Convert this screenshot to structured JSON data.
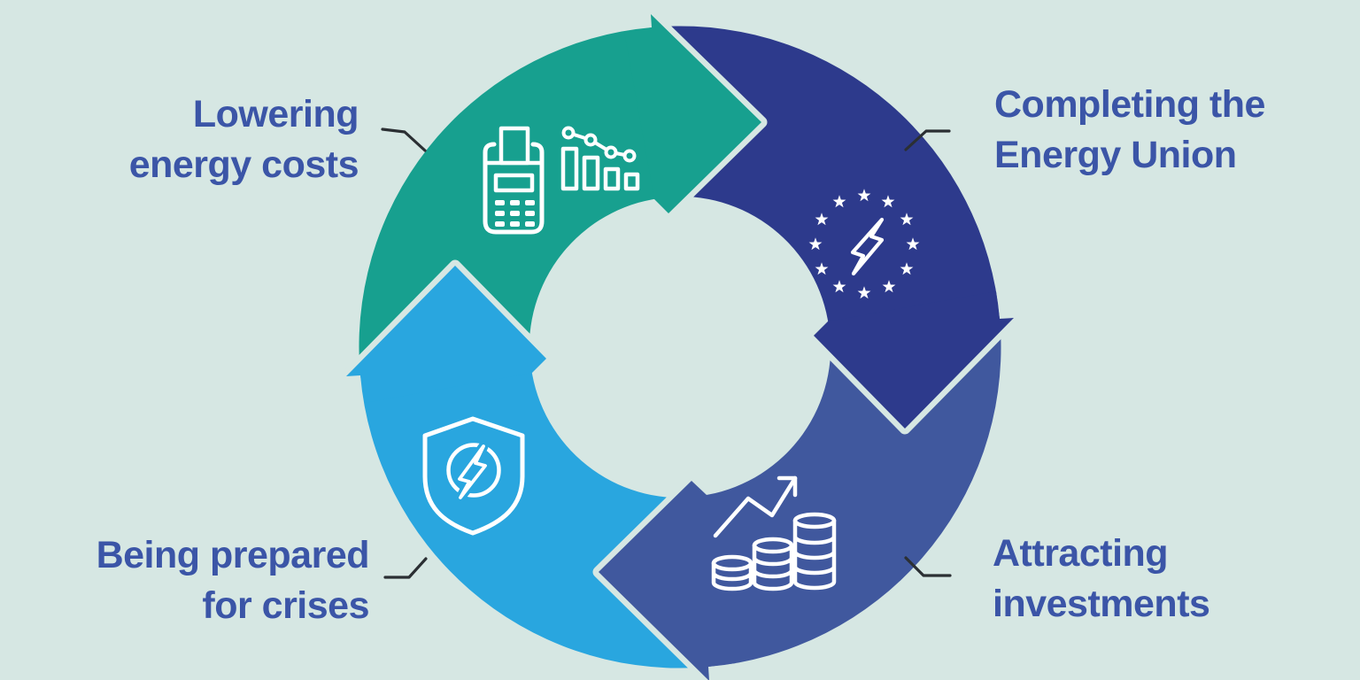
{
  "theme": {
    "bg": "#d6e7e3",
    "text": "#3b55a7",
    "connector": "#2b2f33",
    "icon": "#ffffff",
    "teal": "#17a08f",
    "darkblue": "#2d3a8c",
    "midblue": "#40589e",
    "lightblue": "#29a6df"
  },
  "cycle": {
    "type": "circular-arrow-cycle",
    "direction": "clockwise",
    "segments": [
      {
        "position": "top-left",
        "color": "#17a08f",
        "label": "Lowering energy costs",
        "label_lines": [
          "Lowering",
          "energy costs"
        ],
        "icons": [
          "payment-terminal-icon",
          "declining-bar-chart-icon"
        ]
      },
      {
        "position": "top-right",
        "color": "#2d3a8c",
        "label": "Completing the Energy Union",
        "label_lines": [
          "Completing the",
          "Energy Union"
        ],
        "icons": [
          "eu-stars-lightning-icon"
        ]
      },
      {
        "position": "bottom-right",
        "color": "#40589e",
        "label": "Attracting investments",
        "label_lines": [
          "Attracting",
          "investments"
        ],
        "icons": [
          "coin-stacks-growth-arrow-icon"
        ]
      },
      {
        "position": "bottom-left",
        "color": "#29a6df",
        "label": "Being prepared for crises",
        "label_lines": [
          "Being prepared",
          "for crises"
        ],
        "icons": [
          "shield-lightning-icon"
        ]
      }
    ]
  }
}
